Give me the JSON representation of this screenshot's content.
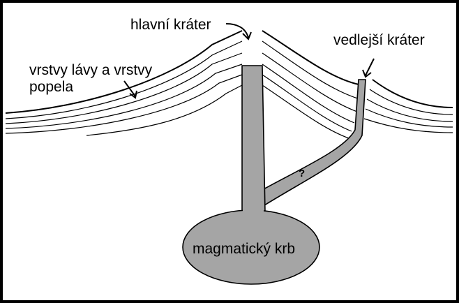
{
  "labels": {
    "main_crater": "hlavní kráter",
    "side_crater": "vedlejší kráter",
    "layers_line1": "vrstvy lávy a vrstvy",
    "layers_line2": "popela",
    "magma_chamber": "magmatický krb",
    "question_mark": "?"
  },
  "colors": {
    "background_border": "#000000",
    "paper": "#ffffff",
    "magma": "#a5a5a5",
    "ink": "#000000"
  }
}
